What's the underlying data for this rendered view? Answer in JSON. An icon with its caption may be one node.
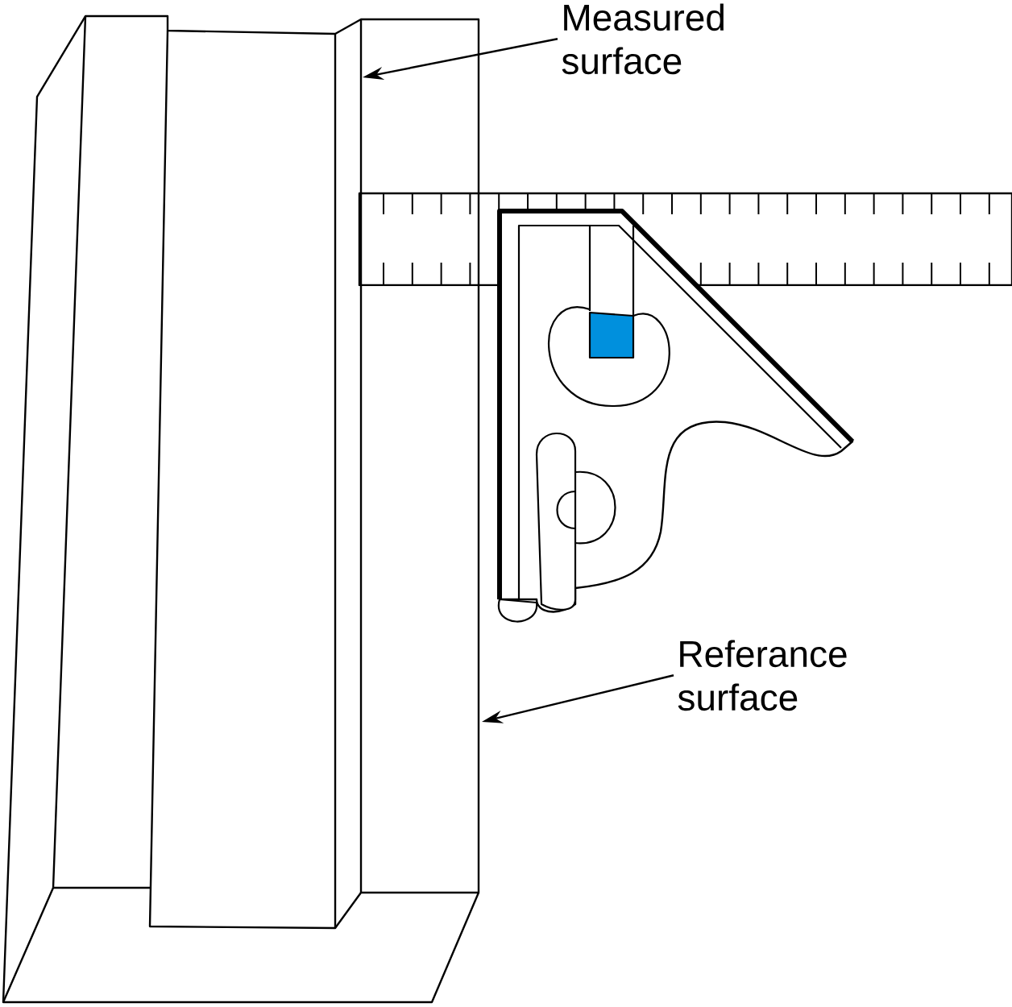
{
  "diagram": {
    "nodes": [
      {
        "text": [
          "Measured surface"
        ]
      },
      {
        "text": [
          "Referance surface"
        ]
      }
    ],
    "edges": [
      {
        "from": 0,
        "to": null,
        "arrow": "to"
      },
      {
        "from": 1,
        "to": null,
        "arrow": "to"
      }
    ]
  }
}
